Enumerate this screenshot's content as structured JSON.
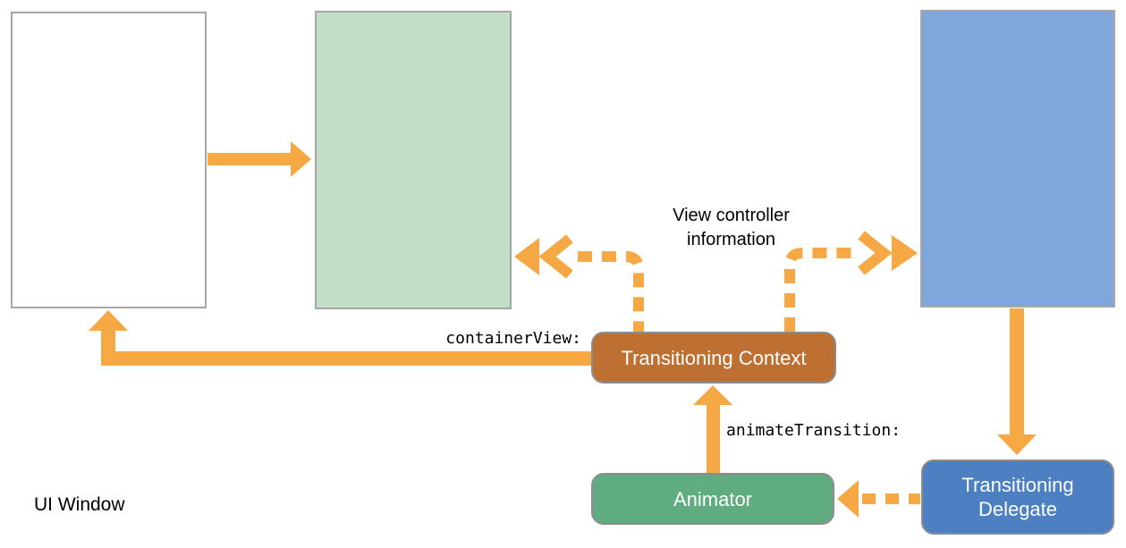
{
  "diagram": {
    "title_context": "iOS view controller transitioning diagram",
    "labels": {
      "ui_window": "UI Window",
      "view_controller_info": "View controller information",
      "container_view": "containerView:",
      "animate_transition": "animateTransition:"
    },
    "nodes": {
      "transitioning_context": {
        "label": "Transitioning Context",
        "fill": "#bd7031"
      },
      "animator": {
        "label": "Animator",
        "fill": "#5fac80"
      },
      "transitioning_delegate": {
        "label": "Transitioning Delegate",
        "fill": "#4c80c2"
      }
    },
    "views": {
      "from_view": {
        "fill": "#ffffff"
      },
      "to_view": {
        "fill": "#c3dfc8"
      },
      "presented_view": {
        "fill": "#7fa7db"
      }
    },
    "colors": {
      "arrow_orange": "#f5a844",
      "view_rect_border": "#a6a6a6",
      "node_box_border": "#8c8c8c",
      "text": "#000000",
      "node_text": "#ffffff",
      "background": "#ffffff"
    },
    "connections": [
      {
        "from": "from-view",
        "to": "to-view",
        "style": "solid"
      },
      {
        "from": "transitioning-context",
        "to": "ui-window",
        "style": "solid",
        "label": "containerView:"
      },
      {
        "from": "animator",
        "to": "transitioning-context",
        "style": "solid",
        "label": "animateTransition:"
      },
      {
        "from": "presented-view",
        "to": "transitioning-delegate",
        "style": "solid"
      },
      {
        "from": "transitioning-context",
        "to": "to-view",
        "style": "dashed",
        "label": "View controller information"
      },
      {
        "from": "transitioning-context",
        "to": "presented-view",
        "style": "dashed",
        "label": "View controller information"
      },
      {
        "from": "transitioning-delegate",
        "to": "animator",
        "style": "dashed"
      }
    ]
  }
}
